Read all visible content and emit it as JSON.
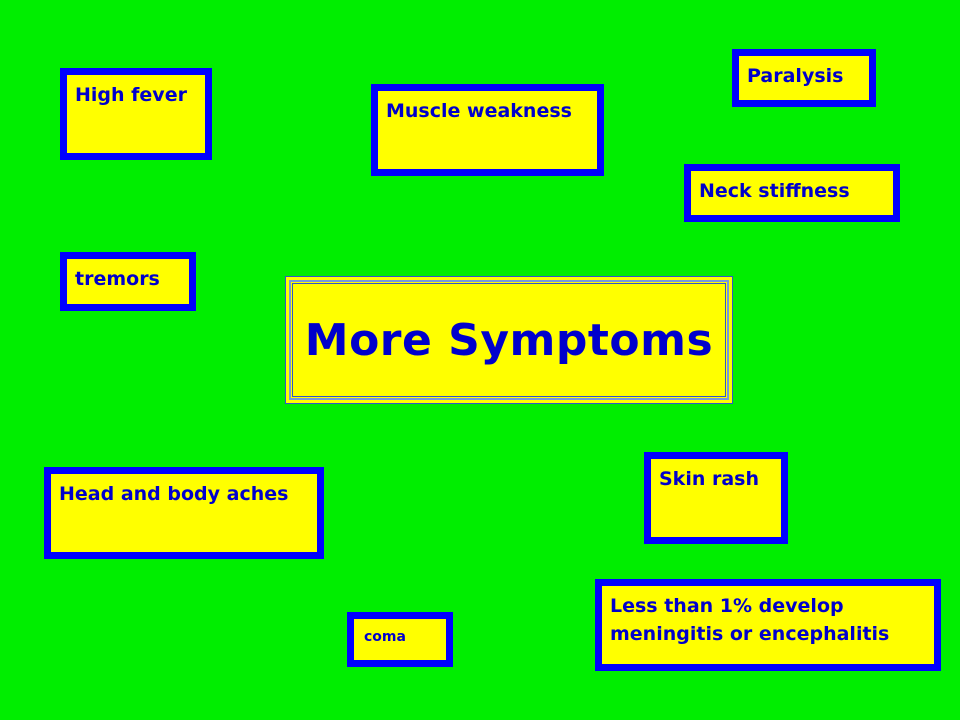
{
  "title": "More Symptoms",
  "symptoms": {
    "high_fever": "High fever",
    "muscle_weakness": "Muscle weakness",
    "paralysis": "Paralysis",
    "neck_stiffness": "Neck stiffness",
    "tremors": "tremors",
    "head_body_aches": "Head and body aches",
    "skin_rash": "Skin rash",
    "meningitis": "Less than 1% develop meningitis or encephalitis",
    "coma": "coma"
  },
  "colors": {
    "background": "#00EE00",
    "box_fill": "#FFFF00",
    "box_border": "#0000FF",
    "text": "#0000CC"
  }
}
